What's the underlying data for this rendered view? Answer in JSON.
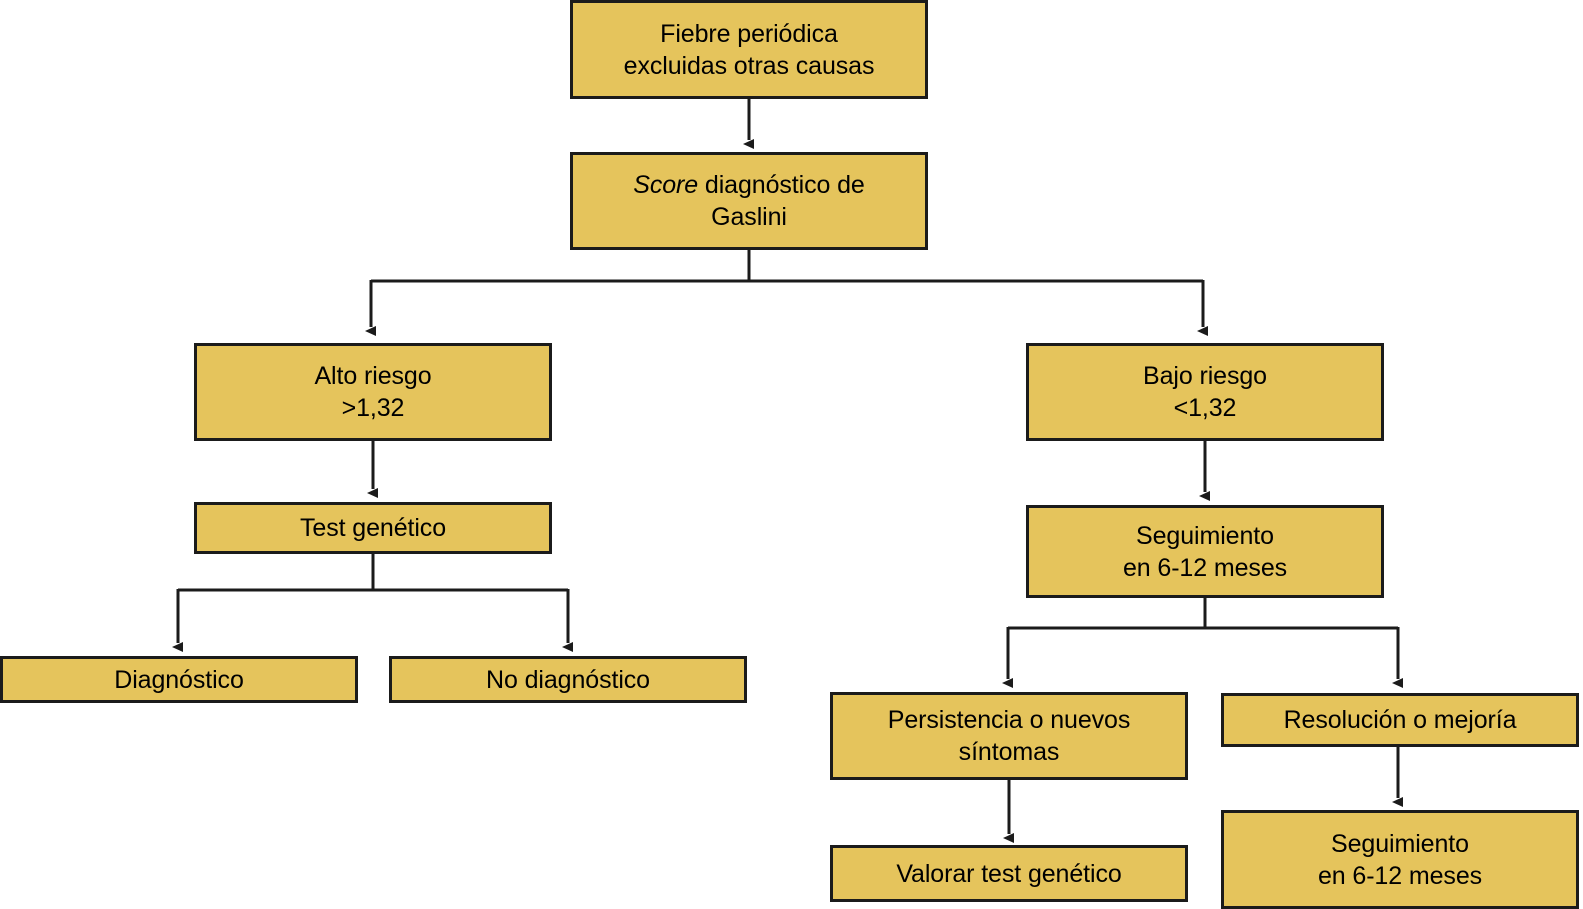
{
  "diagram": {
    "title": "Algoritmo diagnostico de fiebre periodica",
    "type": "flowchart",
    "language": "es",
    "colors": {
      "node_fill": "#e5c45c",
      "node_border": "#1b1b1b",
      "connector": "#1b1b1b",
      "background": "#ffffff",
      "text": "#000000"
    },
    "nodes": [
      {
        "id": "fiebre-periodica",
        "text": "Fiebre periódica\nexcluidas otras causas",
        "line1": "Fiebre periódica",
        "line2": "excluidas otras causas"
      },
      {
        "id": "score-gaslini",
        "text": "Score diagnóstico de Gaslini",
        "emphasis": "Score",
        "rest": " diagnóstico de",
        "line2": "Gaslini"
      },
      {
        "id": "alto-riesgo",
        "text": "Alto riesgo\n>1,32",
        "line1": "Alto riesgo",
        "line2": ">1,32"
      },
      {
        "id": "bajo-riesgo",
        "text": "Bajo riesgo\n<1,32",
        "line1": "Bajo riesgo",
        "line2": "<1,32"
      },
      {
        "id": "test-genetico",
        "text": "Test genético"
      },
      {
        "id": "seguimiento-1",
        "text": "Seguimiento\nen 6-12 meses",
        "line1": "Seguimiento",
        "line2": "en 6-12 meses"
      },
      {
        "id": "diagnostico",
        "text": "Diagnóstico"
      },
      {
        "id": "no-diagnostico",
        "text": "No diagnóstico"
      },
      {
        "id": "persistencia",
        "text": "Persistencia o nuevos\nsíntomas",
        "line1": "Persistencia o nuevos",
        "line2": "síntomas"
      },
      {
        "id": "resolucion",
        "text": "Resolución o mejoría"
      },
      {
        "id": "valorar-test-genetico",
        "text": "Valorar test genético"
      },
      {
        "id": "seguimiento-2",
        "text": "Seguimiento\nen 6-12 meses",
        "line1": "Seguimiento",
        "line2": "en 6-12 meses"
      }
    ],
    "edges": [
      {
        "from": "fiebre-periodica",
        "to": "score-gaslini",
        "style": "arrow"
      },
      {
        "from": "score-gaslini",
        "to": "alto-riesgo",
        "style": "branch-arrow"
      },
      {
        "from": "score-gaslini",
        "to": "bajo-riesgo",
        "style": "branch-arrow"
      },
      {
        "from": "alto-riesgo",
        "to": "test-genetico",
        "style": "arrow"
      },
      {
        "from": "bajo-riesgo",
        "to": "seguimiento-1",
        "style": "arrow"
      },
      {
        "from": "test-genetico",
        "to": "diagnostico",
        "style": "branch-arrow"
      },
      {
        "from": "test-genetico",
        "to": "no-diagnostico",
        "style": "branch-arrow"
      },
      {
        "from": "seguimiento-1",
        "to": "persistencia",
        "style": "branch-arrow"
      },
      {
        "from": "seguimiento-1",
        "to": "resolucion",
        "style": "branch-arrow"
      },
      {
        "from": "persistencia",
        "to": "valorar-test-genetico",
        "style": "arrow"
      },
      {
        "from": "resolucion",
        "to": "seguimiento-2",
        "style": "arrow"
      }
    ]
  }
}
